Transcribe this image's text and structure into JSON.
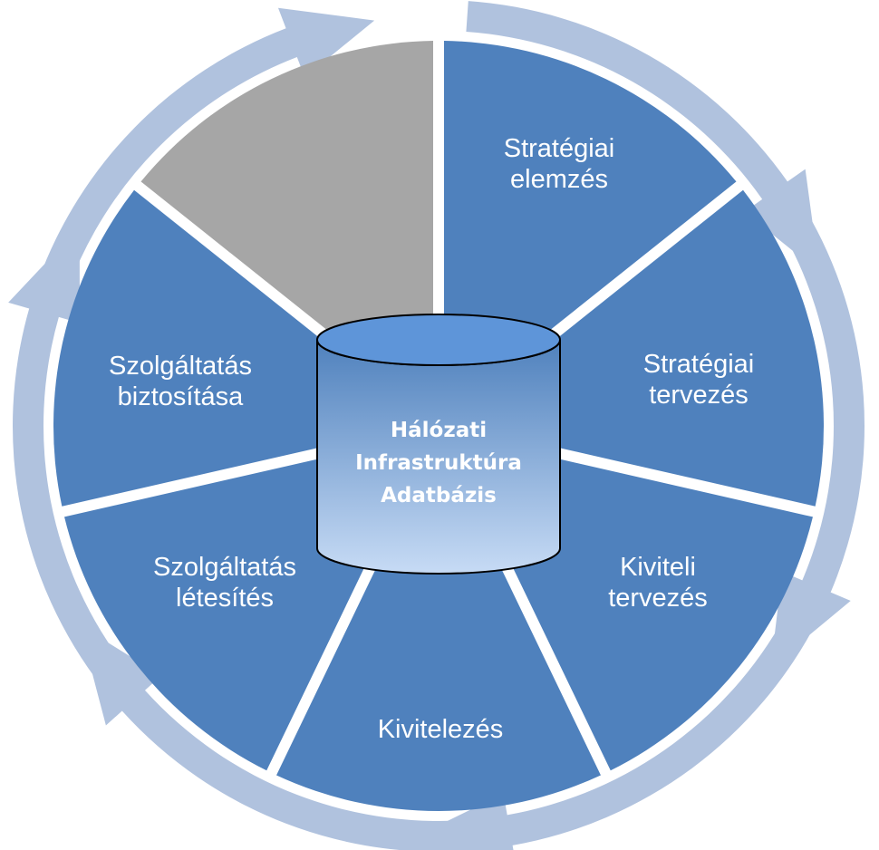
{
  "diagram": {
    "center": {
      "lines": [
        "Hálózati",
        "Infrastruktúra",
        "Adatbázis"
      ]
    },
    "segments": [
      {
        "id": "strategic-analysis",
        "lines": [
          "Stratégiai",
          "elemzés"
        ]
      },
      {
        "id": "strategic-planning",
        "lines": [
          "Stratégiai",
          "tervezés"
        ]
      },
      {
        "id": "detailed-design",
        "lines": [
          "Kiviteli",
          "tervezés"
        ]
      },
      {
        "id": "implementation",
        "lines": [
          "Kivitelezés"
        ]
      },
      {
        "id": "service-provisioning",
        "lines": [
          "Szolgáltatás",
          "létesítés"
        ]
      },
      {
        "id": "service-assurance",
        "lines": [
          "Szolgáltatás",
          "biztosítása"
        ]
      },
      {
        "id": "unlabeled-segment",
        "lines": []
      }
    ],
    "colors": {
      "segment": "#4f81bd",
      "inactive_segment": "#a6a6a6",
      "arrow": "#b0c2de",
      "background": "#ffffff",
      "db_top": "#5e95d9",
      "db_body_top": "#4f81bd",
      "db_body_bottom": "#c7dbf5",
      "db_stroke": "#000000",
      "label": "#ffffff"
    }
  }
}
